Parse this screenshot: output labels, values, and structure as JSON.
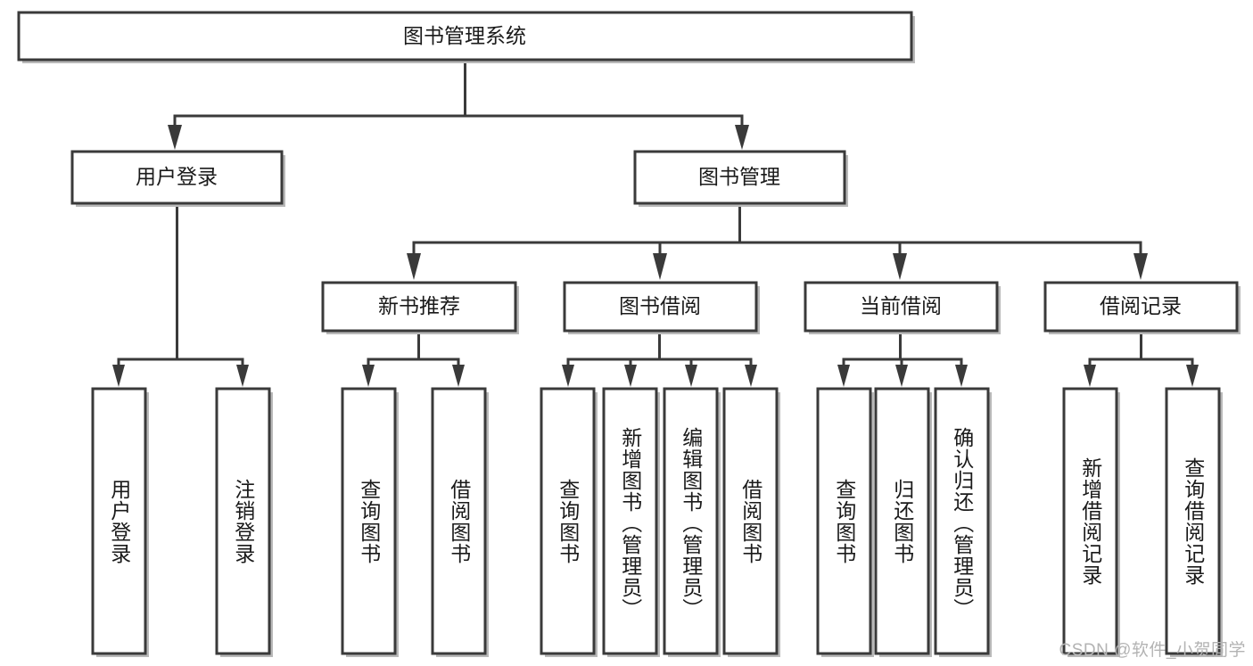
{
  "diagram": {
    "type": "tree",
    "title": "图书管理系统",
    "orientation": "top-down",
    "style": {
      "box_fill": "#ffffff",
      "box_stroke": "#3a3a3a",
      "line_color": "#3a3a3a",
      "text_color": "#1a1a1a",
      "background": "#ffffff",
      "shadow_color": "#b9b9b9"
    },
    "levels": {
      "root": {
        "id": "root",
        "label": "图书管理系统",
        "orientation": "horizontal"
      },
      "level2": [
        {
          "id": "user-login",
          "label": "用户登录",
          "orientation": "horizontal"
        },
        {
          "id": "book-management",
          "label": "图书管理",
          "orientation": "horizontal"
        }
      ],
      "level3": [
        {
          "id": "new-book-recommend",
          "label": "新书推荐",
          "orientation": "horizontal",
          "parent": "book-management"
        },
        {
          "id": "book-borrow",
          "label": "图书借阅",
          "orientation": "horizontal",
          "parent": "book-management"
        },
        {
          "id": "current-borrow",
          "label": "当前借阅",
          "orientation": "horizontal",
          "parent": "book-management"
        },
        {
          "id": "borrow-record",
          "label": "借阅记录",
          "orientation": "horizontal",
          "parent": "book-management"
        }
      ],
      "leaves": [
        {
          "id": "leaf-user-login",
          "label": "用户登录",
          "parent": "user-login",
          "orientation": "vertical"
        },
        {
          "id": "leaf-user-logout",
          "label": "注销登录",
          "parent": "user-login",
          "orientation": "vertical"
        },
        {
          "id": "leaf-query-book-1",
          "label": "查询图书",
          "parent": "new-book-recommend",
          "orientation": "vertical"
        },
        {
          "id": "leaf-borrow-book-1",
          "label": "借阅图书",
          "parent": "new-book-recommend",
          "orientation": "vertical"
        },
        {
          "id": "leaf-query-book-2",
          "label": "查询图书",
          "parent": "book-borrow",
          "orientation": "vertical"
        },
        {
          "id": "leaf-add-book",
          "label": "新增图书（管理员）",
          "parent": "book-borrow",
          "orientation": "vertical"
        },
        {
          "id": "leaf-edit-book",
          "label": "编辑图书（管理员）",
          "parent": "book-borrow",
          "orientation": "vertical"
        },
        {
          "id": "leaf-borrow-book-2",
          "label": "借阅图书",
          "parent": "book-borrow",
          "orientation": "vertical"
        },
        {
          "id": "leaf-query-book-3",
          "label": "查询图书",
          "parent": "current-borrow",
          "orientation": "vertical"
        },
        {
          "id": "leaf-return-book",
          "label": "归还图书",
          "parent": "current-borrow",
          "orientation": "vertical"
        },
        {
          "id": "leaf-confirm-return",
          "label": "确认归还（管理员）",
          "parent": "current-borrow",
          "orientation": "vertical"
        },
        {
          "id": "leaf-add-record",
          "label": "新增借阅记录",
          "parent": "borrow-record",
          "orientation": "vertical"
        },
        {
          "id": "leaf-query-record",
          "label": "查询借阅记录",
          "parent": "borrow-record",
          "orientation": "vertical"
        }
      ]
    }
  },
  "watermark": {
    "text": "CSDN @软件_小贺同学"
  }
}
